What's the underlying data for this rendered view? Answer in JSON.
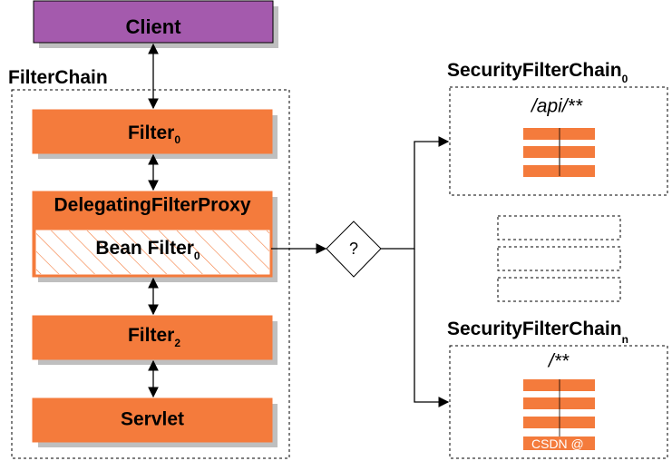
{
  "client": {
    "label": "Client"
  },
  "filter_chain": {
    "title": "FilterChain",
    "filter0": {
      "label": "Filter",
      "sub": "0"
    },
    "delegating_proxy": {
      "label": "DelegatingFilterProxy"
    },
    "bean_filter": {
      "label": "Bean Filter",
      "sub": "0"
    },
    "filter2": {
      "label": "Filter",
      "sub": "2"
    },
    "servlet": {
      "label": "Servlet"
    }
  },
  "decision": {
    "label": "?"
  },
  "security_chain_0": {
    "title": "SecurityFilterChain",
    "sub": "0",
    "pattern": "/api/**"
  },
  "security_chain_n": {
    "title": "SecurityFilterChain",
    "sub": "n",
    "pattern": "/**"
  },
  "watermark": {
    "text": "CSDN @"
  },
  "colors": {
    "client_fill": "#a45aad",
    "filter_fill": "#f47b3c",
    "box_stroke": "#000000",
    "shadow": "#bfbfbf",
    "hatch": "#f47b3c"
  }
}
